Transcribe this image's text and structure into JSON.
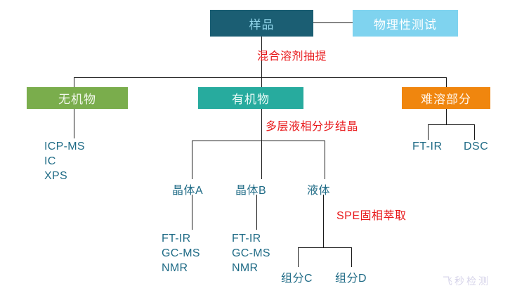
{
  "diagram": {
    "title_node": "样品",
    "watermark": "飞秒检测",
    "colors": {
      "sample": "#1b5e73",
      "physical": "#7fd3ef",
      "inorganic": "#7aad4c",
      "organic": "#27ab9e",
      "insoluble": "#f0860e",
      "annotation_red": "#e8191b",
      "label_teal": "#1f6b86",
      "connector": "#1a1a1a"
    },
    "boxes": {
      "sample": "样品",
      "physical_test": "物理性测试",
      "inorganic": "无机物",
      "organic": "有机物",
      "insoluble": "难溶部分"
    },
    "annotations": {
      "extraction": "混合溶剂抽提",
      "crystallization": "多层液相分步结晶",
      "spe": "SPE固相萃取"
    },
    "nodes": {
      "crystal_a": "晶体A",
      "crystal_b": "晶体B",
      "liquid": "液体",
      "component_c": "组分C",
      "component_d": "组分D",
      "ftir": "FT-IR",
      "dsc": "DSC"
    },
    "leaf_lists": {
      "inorganic_methods": "ICP-MS\nIC\nXPS",
      "crystal_a_methods": "FT-IR\nGC-MS\nNMR",
      "crystal_b_methods": "FT-IR\nGC-MS\nNMR"
    }
  }
}
